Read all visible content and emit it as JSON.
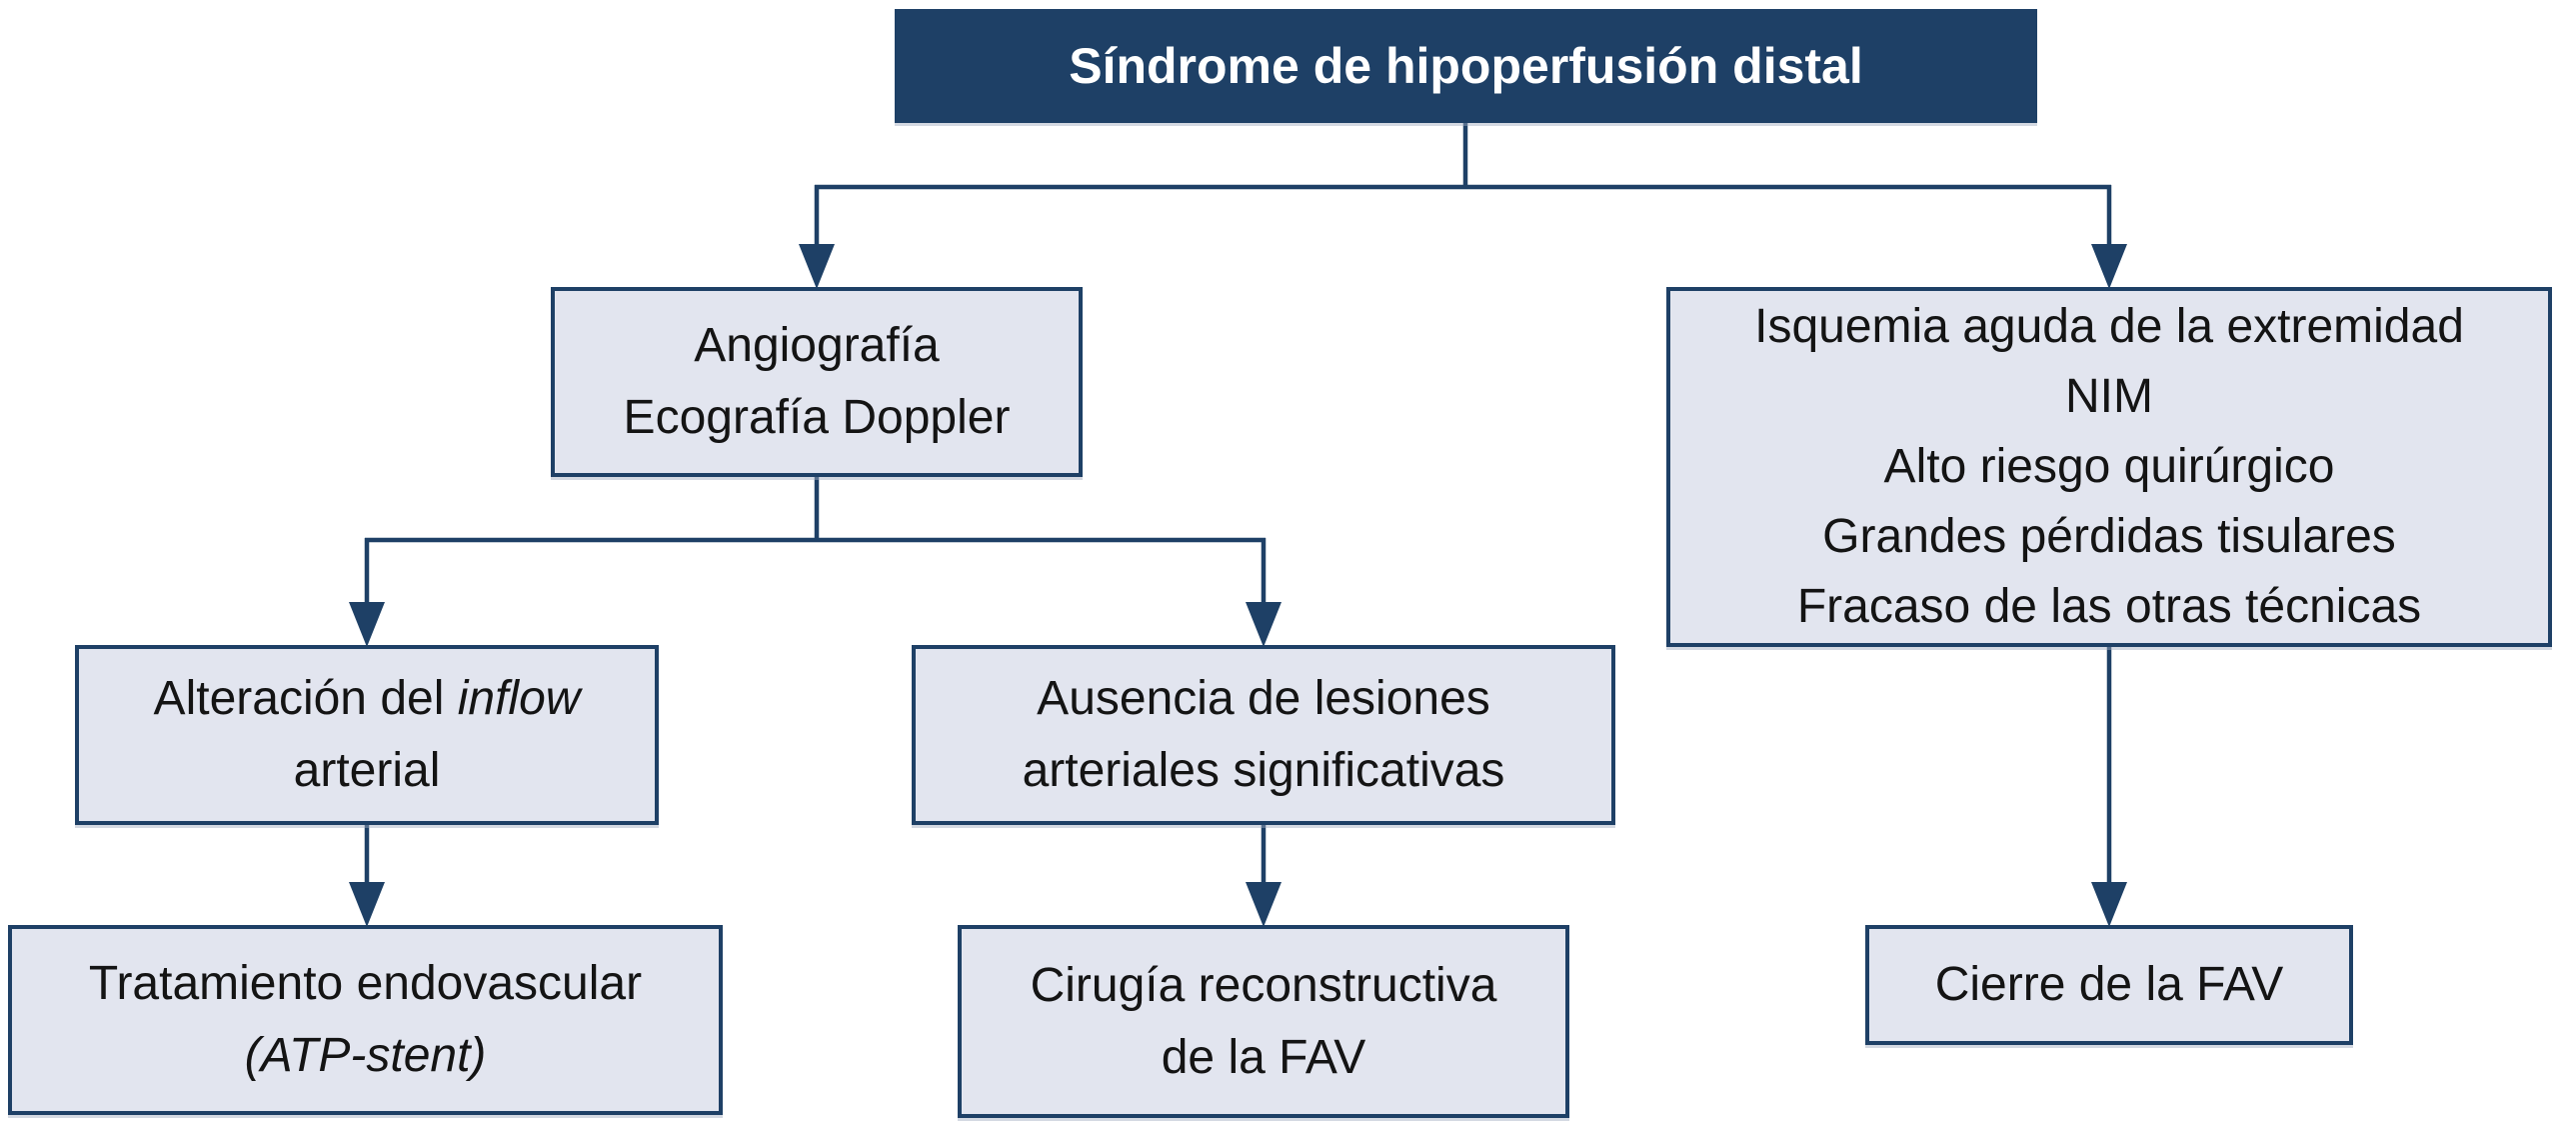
{
  "diagram": {
    "title": "Síndrome de hipoperfusión distal",
    "nodes": {
      "angiografia": {
        "lines": [
          "Angiografía",
          "Ecografía Doppler"
        ]
      },
      "isquemia": {
        "lines": [
          "Isquemia aguda de la extremidad",
          "NIM",
          "Alto riesgo quirúrgico",
          "Grandes pérdidas tisulares",
          "Fracaso de las otras técnicas"
        ]
      },
      "alteracion": {
        "pre": "Alteración del ",
        "italic": "inflow",
        "line2": "arterial"
      },
      "ausencia": {
        "lines": [
          "Ausencia de lesiones",
          "arteriales significativas"
        ]
      },
      "tratamiento": {
        "line1": "Tratamiento endovascular",
        "line2_italic": "(ATP-stent)"
      },
      "cirugia": {
        "lines": [
          "Cirugía reconstructiva",
          "de la FAV"
        ]
      },
      "cierre": {
        "text": "Cierre de la FAV"
      }
    },
    "colors": {
      "header_bg": "#1e4066",
      "header_text": "#ffffff",
      "node_bg": "#e2e5ef",
      "node_border": "#1e4066",
      "connector": "#1e4066",
      "node_text": "#141414"
    }
  }
}
